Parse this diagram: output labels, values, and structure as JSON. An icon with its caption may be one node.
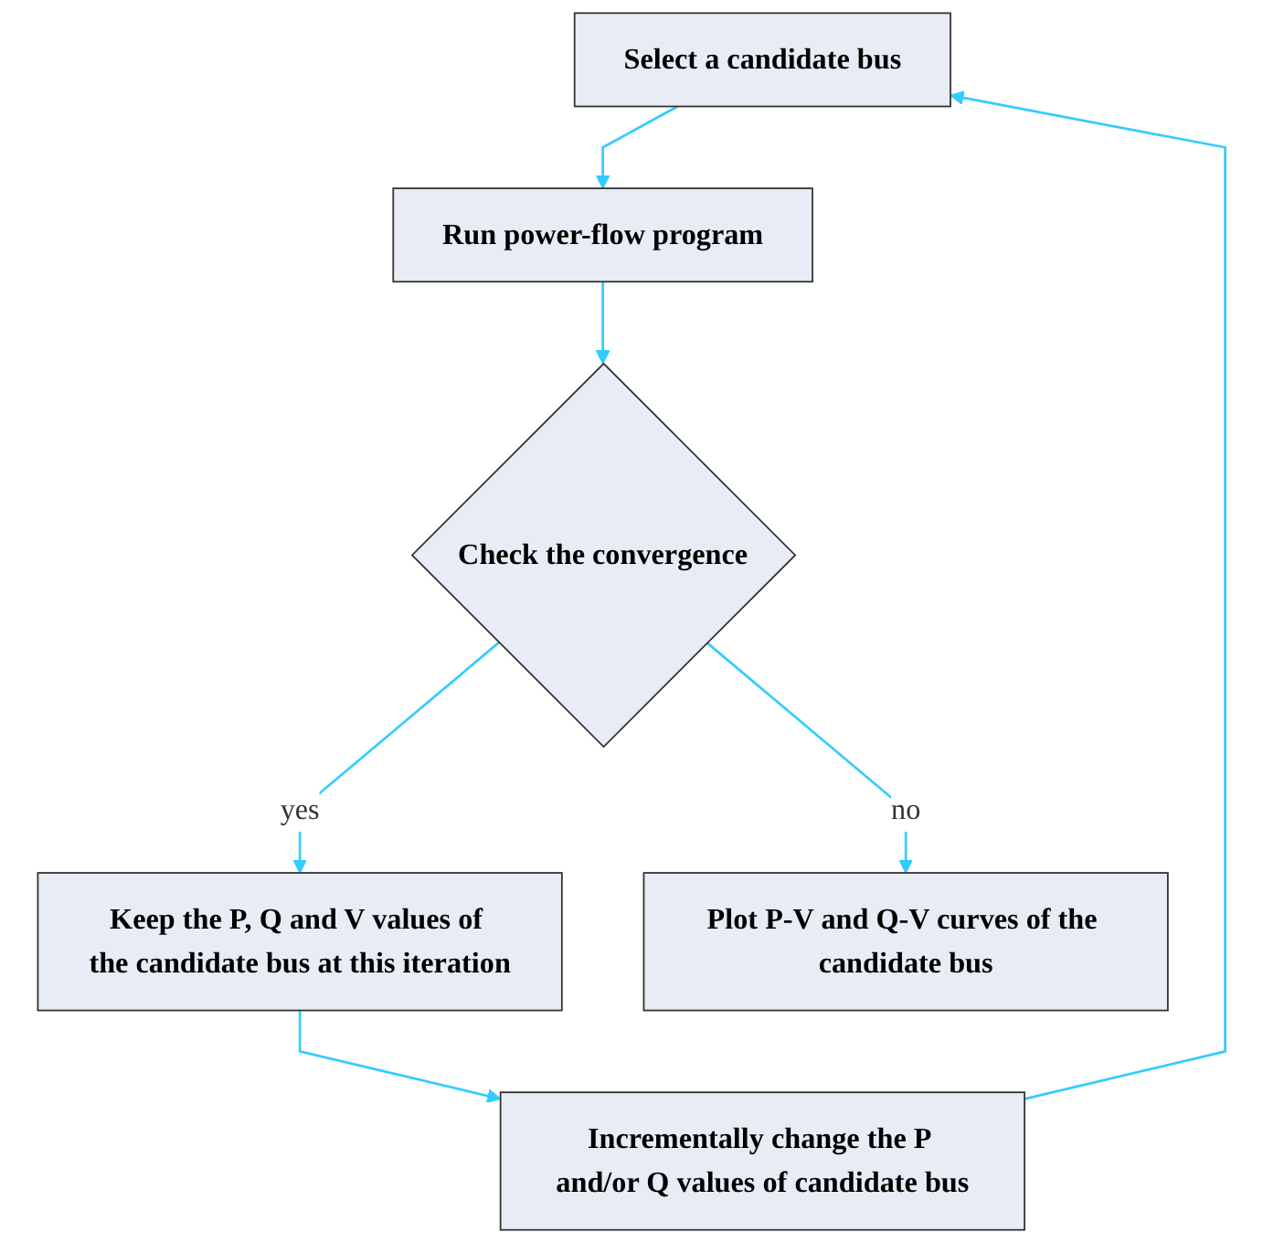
{
  "diagram": {
    "nodes": [
      {
        "text": [
          "Select a candidate bus"
        ]
      },
      {
        "text": [
          "Run power-flow program"
        ]
      },
      {
        "text": [
          "Check the convergence"
        ]
      },
      {
        "text": [
          "Keep the P, Q and V values of the candidate bus at this iteration"
        ]
      },
      {
        "text": [
          "Incrementally change the P and/or Q values of candidate bus"
        ]
      },
      {
        "text": [
          "Plot P-V and Q-V curves of the candidate bus"
        ]
      }
    ],
    "edges": [
      {
        "from": 0,
        "to": 1,
        "arrow": "to"
      },
      {
        "from": 1,
        "to": 2,
        "arrow": "to"
      },
      {
        "from": 2,
        "to": 3,
        "label": "yes",
        "arrow": "to"
      },
      {
        "from": 2,
        "to": 5,
        "label": "no",
        "arrow": "to"
      },
      {
        "from": 3,
        "to": 4,
        "arrow": "to"
      },
      {
        "from": 4,
        "to": 0,
        "arrow": "to"
      }
    ]
  }
}
